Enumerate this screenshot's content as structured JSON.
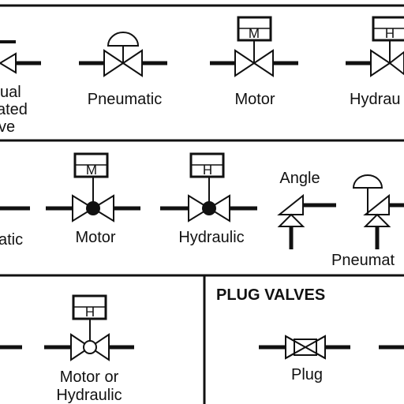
{
  "row1": {
    "manual_label_lines": [
      "ual",
      "ated",
      "ve"
    ],
    "pneumatic_label": "Pneumatic",
    "motor_label": "Motor",
    "hydraulic_label": "Hydrau",
    "motor_actuator_letter": "M",
    "hydraulic_actuator_letter": "H"
  },
  "row2": {
    "left_partial_label": "atic",
    "motor_label": "Motor",
    "motor_actuator_letter": "M",
    "hydraulic_label": "Hydraulic",
    "hydraulic_actuator_letter": "H",
    "angle_label": "Angle",
    "pneumatic_partial_label": "Pneumat"
  },
  "row3": {
    "motor_hydraulic_label_lines": [
      "Motor or",
      "Hydraulic"
    ],
    "actuator_letter": "H",
    "plug_section_title": "PLUG VALVES",
    "plug_label": "Plug"
  }
}
